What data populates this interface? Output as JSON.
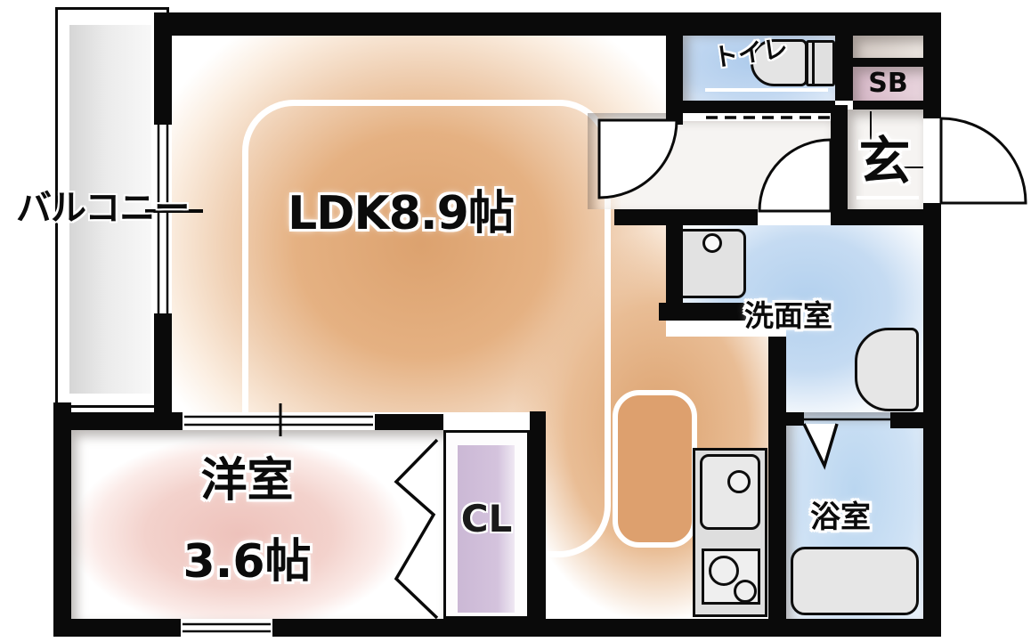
{
  "floor_plan": {
    "balcony": {
      "label": "バルコニー"
    },
    "ldk": {
      "label": "LDK8.9帖",
      "floor_color": "#dca26f"
    },
    "toilet": {
      "label": "トイレ",
      "floor_color": "#afccec"
    },
    "shoe_box": {
      "label": "SB",
      "floor_color": "#d6b7c7"
    },
    "entrance": {
      "label": "玄",
      "floor_color": "#f6f4f2"
    },
    "washroom": {
      "label": "洗面室",
      "floor_color": "#b2d0ee"
    },
    "bathroom": {
      "label": "浴室",
      "floor_color": "#bad6f0"
    },
    "western_room": {
      "label": "洋室",
      "size": "3.6帖",
      "floor_color": "#eec2bb"
    },
    "closet": {
      "label": "CL",
      "floor_color": "#cbb8d5"
    },
    "wall_color": "#000000"
  }
}
